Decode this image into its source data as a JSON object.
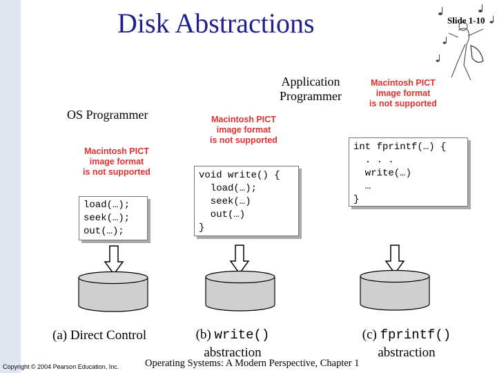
{
  "slide": {
    "title": "Disk Abstractions",
    "number": "Slide 1-10"
  },
  "labels": {
    "application_programmer_line1": "Application",
    "application_programmer_line2": "Programmer",
    "os_programmer": "OS Programmer"
  },
  "missing_image": {
    "line1": "Macintosh PICT",
    "line2": "image format",
    "line3": "is not supported"
  },
  "code": {
    "direct": "load(…);\nseek(…);\nout(…);",
    "write": "void write() {\n  load(…);\n  seek(…)\n  out(…)\n}",
    "fprintf": "int fprintf(…) {\n  . . .\n  write(…)\n  …\n}"
  },
  "captions": {
    "a": "(a) Direct Control",
    "b_prefix": "(b) ",
    "b_code": "write()",
    "b_suffix": "abstraction",
    "c_prefix": "(c) ",
    "c_code": "fprintf()",
    "c_suffix": "abstraction"
  },
  "footer": {
    "copyright": "Copyright © 2004 Pearson Education, Inc.",
    "book": "Operating Systems: A Modern Perspective, Chapter 1"
  },
  "colors": {
    "title": "#1f1f8f",
    "pict_text": "#e03030",
    "disk_fill": "#cfcfcf"
  }
}
